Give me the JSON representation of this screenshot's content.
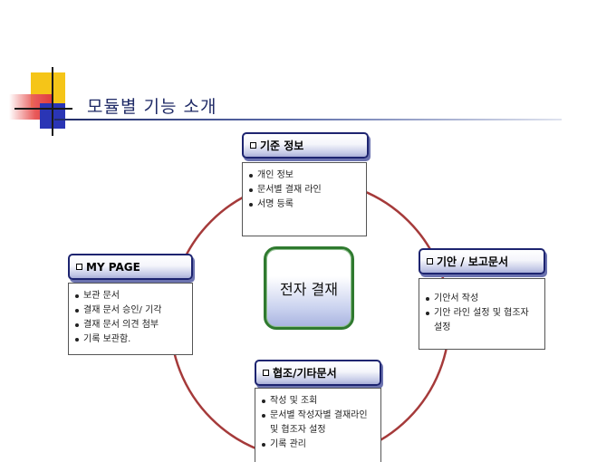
{
  "page": {
    "title": "모듈별 기능 소개"
  },
  "center": {
    "label": "전자 결재"
  },
  "modules": {
    "top": {
      "title": "기준 정보",
      "items": [
        "개인 정보",
        "문서별 결재 라인",
        "서명 등록"
      ]
    },
    "left": {
      "title": "MY PAGE",
      "items": [
        "보관 문서",
        "결재 문서 승인/ 기각",
        "결재 문서 의견 첨부",
        "기록 보관함."
      ]
    },
    "right": {
      "title": "기안 / 보고문서",
      "items": [
        "기안서 작성",
        "기안 라인 설정 및 협조자 설정"
      ]
    },
    "bottom": {
      "title": "협조/기타문서",
      "items": [
        "작성 및 조회",
        "문서별 작성자별 결재라인 및 협조자 설정",
        "기록 관리"
      ]
    }
  },
  "colors": {
    "ring": "#a53a3a",
    "header_border": "#1d2470",
    "center_border": "#2f7a2f",
    "title": "#1f2a66"
  }
}
